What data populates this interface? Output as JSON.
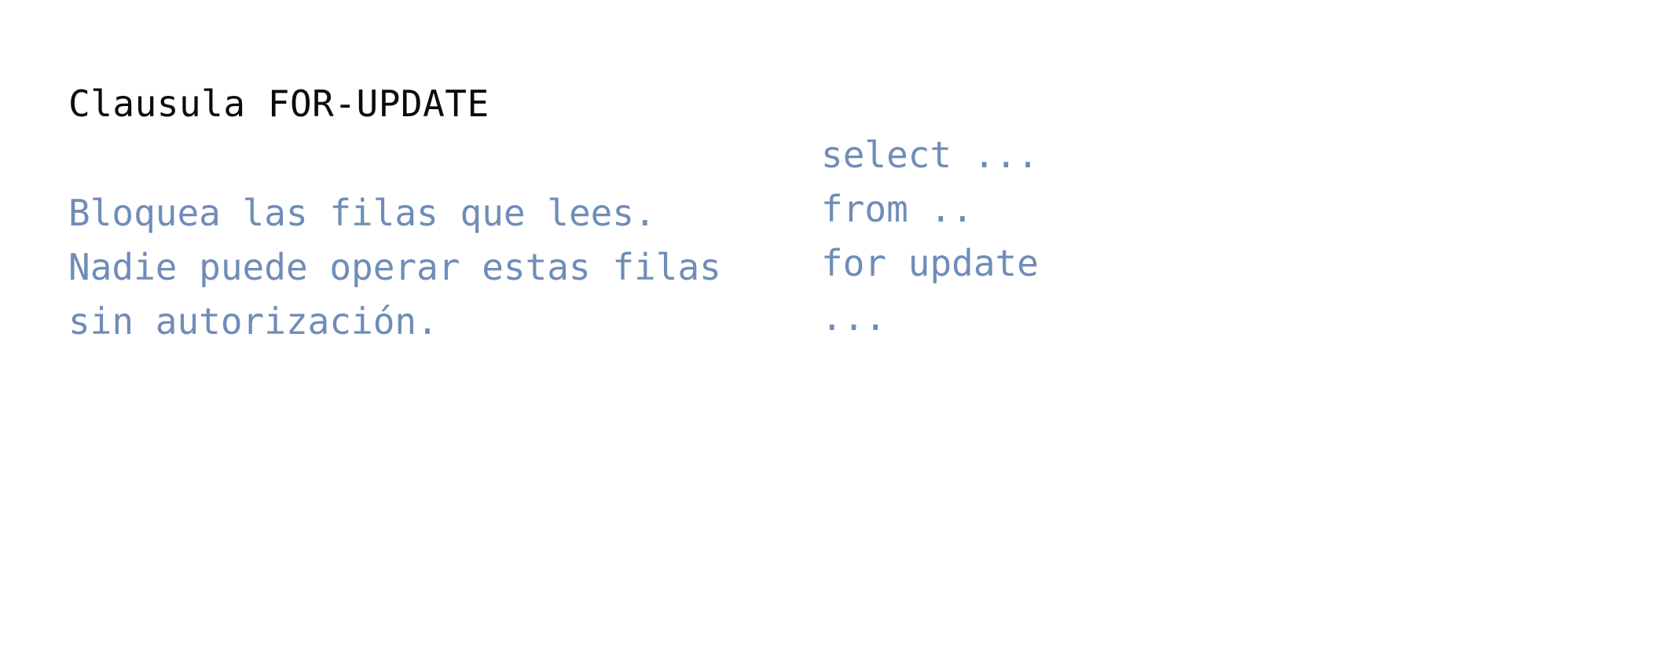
{
  "slide": {
    "title": "Clausula FOR-UPDATE",
    "description_lines": [
      "Bloquea las filas que lees.",
      "Nadie puede operar estas filas",
      "sin autorización."
    ],
    "code_lines": [
      "select ...",
      "from ..",
      "for update",
      "..."
    ],
    "colors": {
      "title": "#0b0b0b",
      "body": "#6f8db8",
      "background": "#ffffff"
    }
  }
}
